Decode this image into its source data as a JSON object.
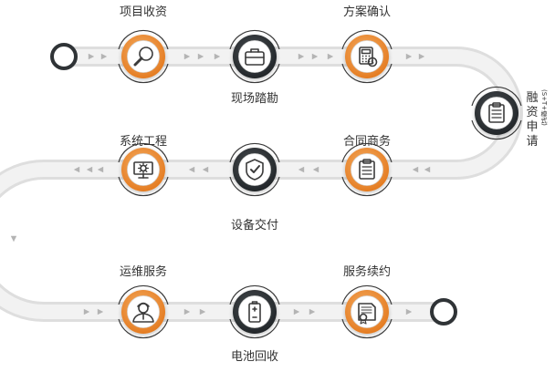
{
  "steps": [
    {
      "label": "项目收资",
      "icon": "magnifier-icon",
      "ring": "orange"
    },
    {
      "label": "现场踏勘",
      "icon": "briefcase-icon",
      "ring": "dark"
    },
    {
      "label": "方案确认",
      "icon": "calculator-icon",
      "ring": "orange"
    },
    {
      "label": "融资申请",
      "sub": "(S+T+模式)",
      "icon": "clipboard-icon",
      "ring": "dark"
    },
    {
      "label": "合同商务",
      "icon": "contract-icon",
      "ring": "orange"
    },
    {
      "label": "设备交付",
      "icon": "shield-check-icon",
      "ring": "dark"
    },
    {
      "label": "系统工程",
      "icon": "monitor-gear-icon",
      "ring": "orange"
    },
    {
      "label": "运维服务",
      "icon": "engineer-icon",
      "ring": "orange"
    },
    {
      "label": "电池回收",
      "icon": "battery-icon",
      "ring": "dark"
    },
    {
      "label": "服务续约",
      "icon": "certificate-icon",
      "ring": "orange"
    }
  ],
  "colors": {
    "orange": "#e8892e",
    "dark": "#2f3336",
    "track": "#e9e9e9",
    "arrow": "#b4b4b4"
  }
}
